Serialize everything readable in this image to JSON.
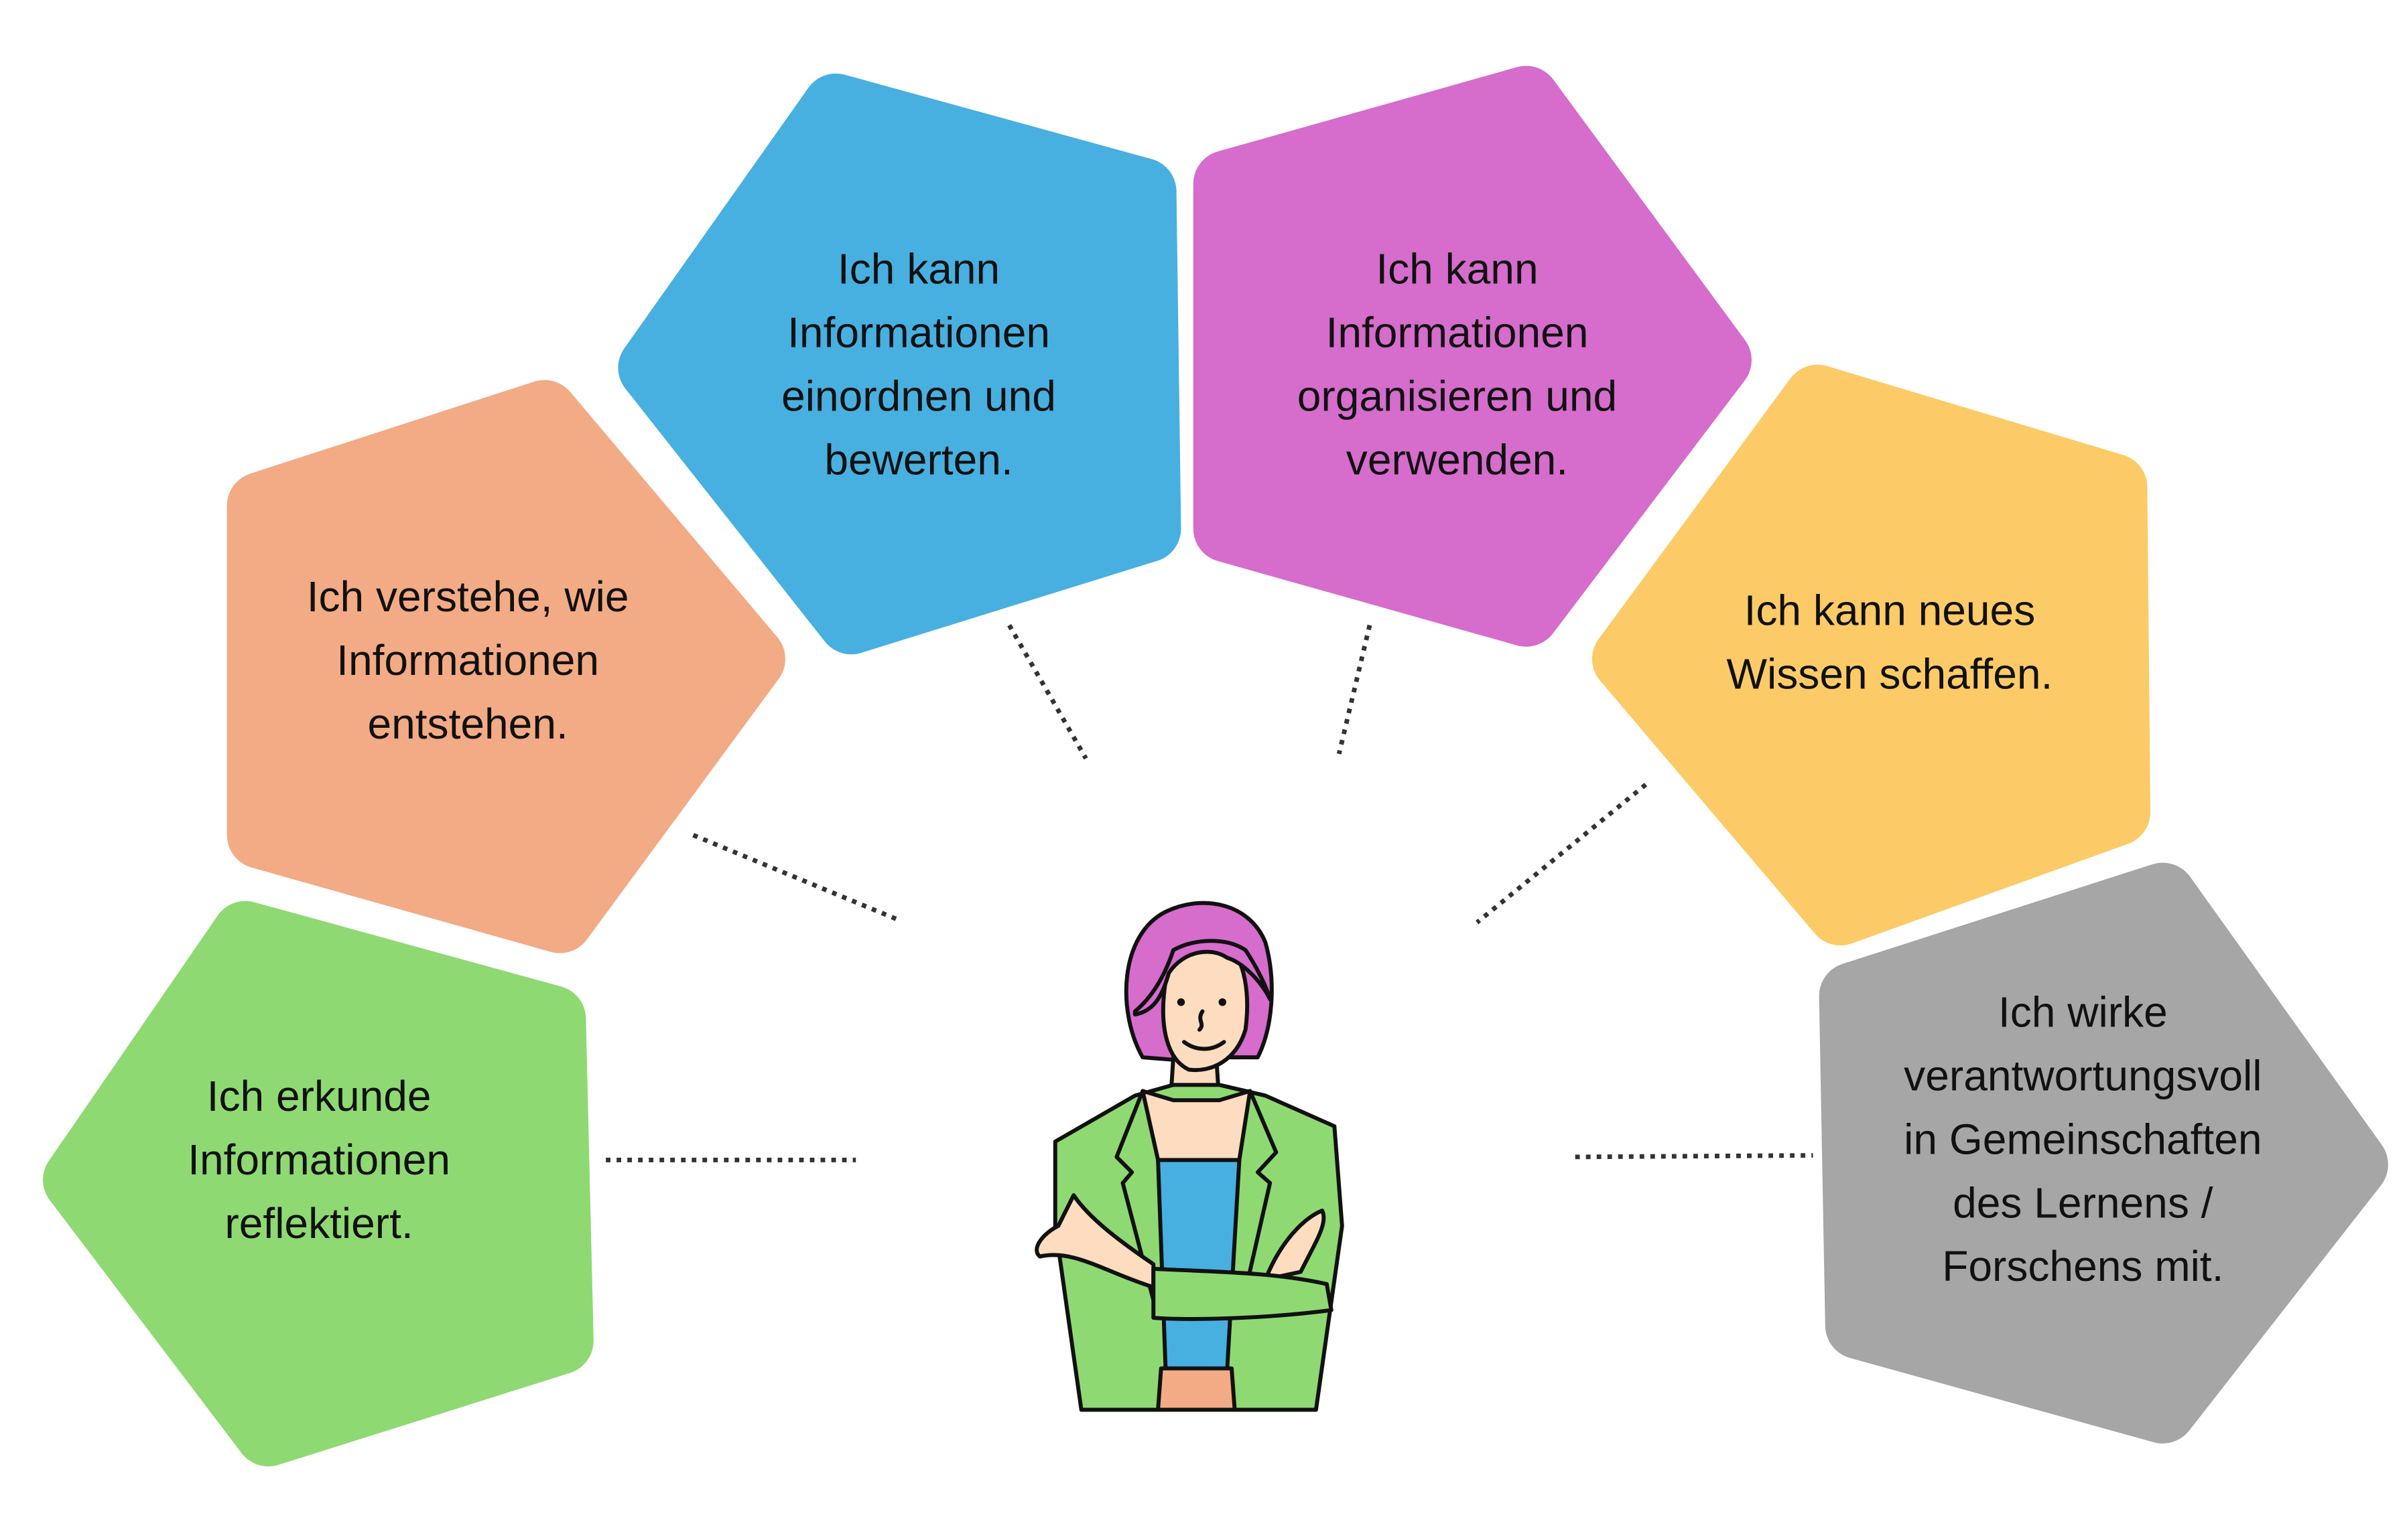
{
  "cards": [
    {
      "id": "erkunden",
      "color": "#8fd973",
      "lines": [
        "Ich erkunde",
        "Informationen",
        "reflektiert."
      ]
    },
    {
      "id": "verstehen",
      "color": "#f2ab85",
      "lines": [
        "Ich verstehe, wie",
        "Informationen",
        "entstehen."
      ]
    },
    {
      "id": "einordnen",
      "color": "#47b0e0",
      "lines": [
        "Ich kann",
        "Informationen",
        "einordnen und",
        "bewerten."
      ]
    },
    {
      "id": "organisieren",
      "color": "#d66ccc",
      "lines": [
        "Ich kann",
        "Informationen",
        "organisieren und",
        "verwenden."
      ]
    },
    {
      "id": "wissen",
      "color": "#fccb67",
      "lines": [
        "Ich kann neues",
        "Wissen schaffen."
      ]
    },
    {
      "id": "gemeinschaft",
      "color": "#a6a6a6",
      "lines": [
        "Ich wirke",
        "verantwortungsvoll",
        "in Gemeinschaften",
        "des Lernens /",
        "Forschens mit."
      ]
    }
  ],
  "person": {
    "hair_color": "#d66ccc",
    "skin_color": "#fddcc0",
    "jacket_color": "#8fd973",
    "top_color": "#47b0e0",
    "pants_color": "#f2ab85"
  }
}
